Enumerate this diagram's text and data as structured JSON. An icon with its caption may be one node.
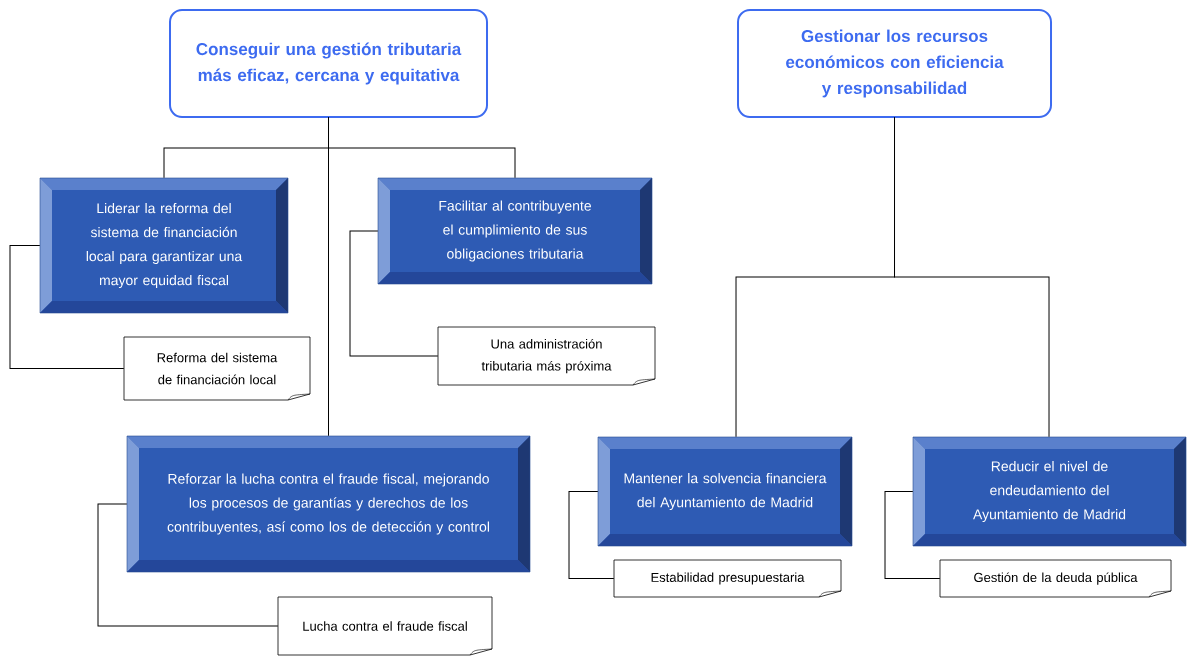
{
  "diagram": {
    "nodes": [
      {
        "text": [
          "Conseguir una gestión tributaria más eficaz, cercana y equitativa"
        ]
      },
      {
        "text": [
          "Liderar la reforma del sistema de financiación local para garantizar una mayor equidad fiscal"
        ]
      },
      {
        "text": [
          "Facilitar al contribuyente el cumplimiento de sus obligaciones tributaria"
        ]
      },
      {
        "text": [
          "Reforzar la lucha contra el fraude fiscal, mejorando los procesos de garantías y derechos de los contribuyentes, así como los de detección y control"
        ]
      },
      {
        "text": [
          "Reforma del sistema de financiación local"
        ]
      },
      {
        "text": [
          "Una administración tributaria más próxima"
        ]
      },
      {
        "text": [
          "Lucha contra el fraude fiscal"
        ]
      },
      {
        "text": [
          "Gestionar los recursos económicos con eficiencia y responsabilidad"
        ]
      },
      {
        "text": [
          "Mantener la solvencia financiera del Ayuntamiento de Madrid"
        ]
      },
      {
        "text": [
          "Reducir el nivel de endeudamiento del Ayuntamiento de Madrid"
        ]
      },
      {
        "text": [
          "Estabilidad presupuestaria"
        ]
      },
      {
        "text": [
          "Gestión de la deuda pública"
        ]
      }
    ],
    "edges": [
      {
        "from": 0,
        "to": 1,
        "arrow": "none"
      },
      {
        "from": 0,
        "to": 2,
        "arrow": "none"
      },
      {
        "from": 0,
        "to": 3,
        "arrow": "none"
      },
      {
        "from": 1,
        "to": 4,
        "arrow": "none"
      },
      {
        "from": 2,
        "to": 5,
        "arrow": "none"
      },
      {
        "from": 3,
        "to": 6,
        "arrow": "none"
      },
      {
        "from": 7,
        "to": 8,
        "arrow": "none"
      },
      {
        "from": 7,
        "to": 9,
        "arrow": "none"
      },
      {
        "from": 8,
        "to": 10,
        "arrow": "none"
      },
      {
        "from": 9,
        "to": 11,
        "arrow": "none"
      }
    ]
  }
}
